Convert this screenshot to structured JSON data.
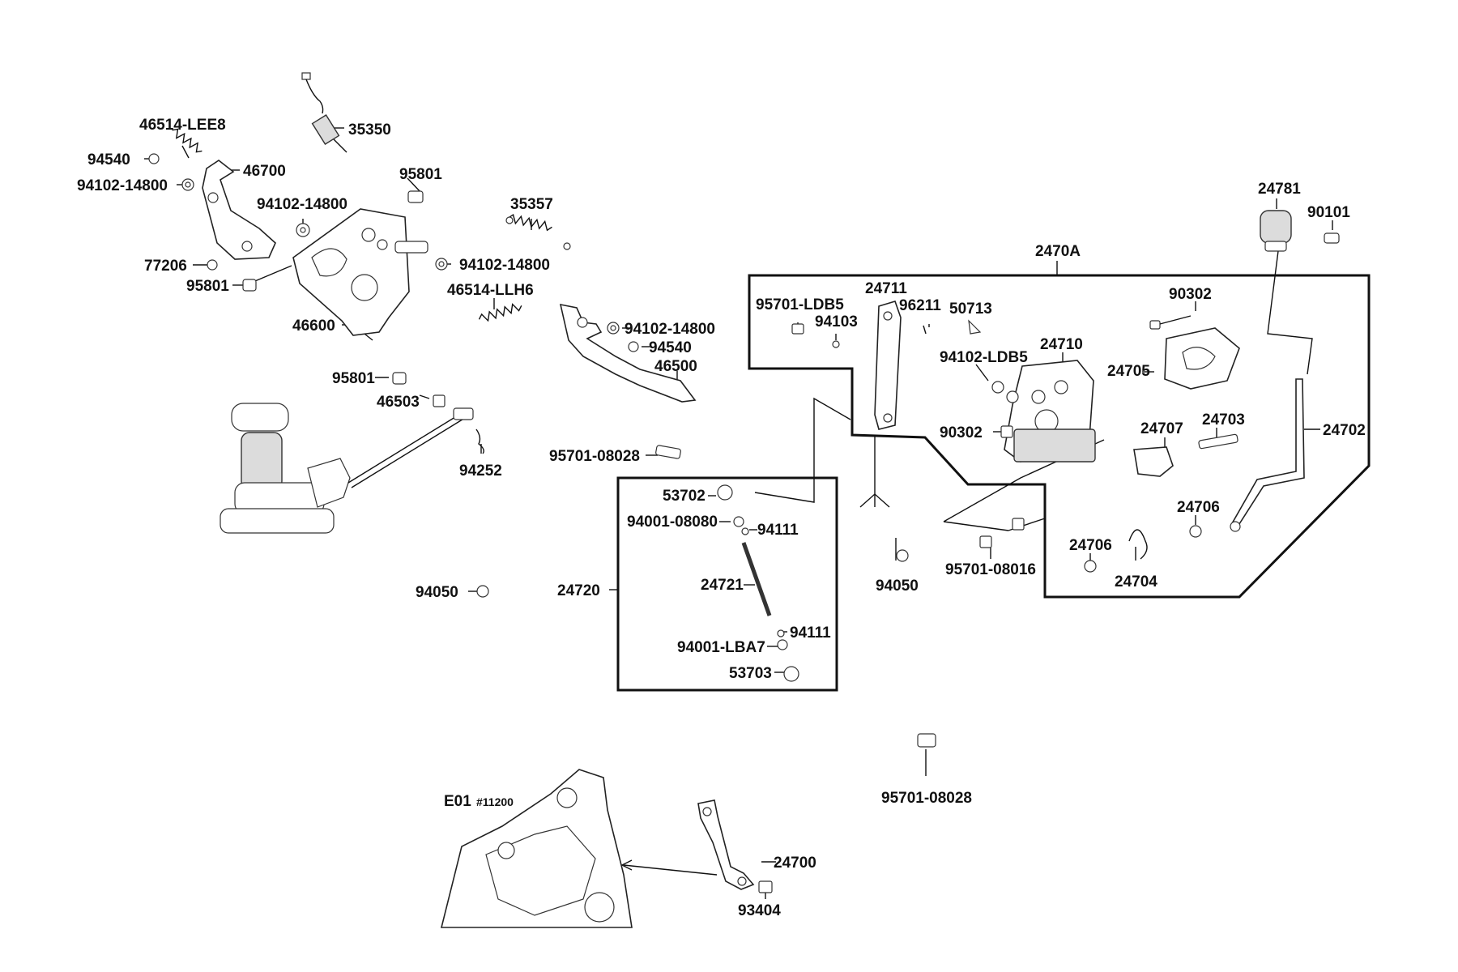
{
  "labels": {
    "l_46514_lee8": "46514-LEE8",
    "l_35350": "35350",
    "l_94540_a": "94540",
    "l_46700": "46700",
    "l_94102_14800_a": "94102-14800",
    "l_95801_a": "95801",
    "l_94102_14800_b": "94102-14800",
    "l_35357": "35357",
    "l_77206": "77206",
    "l_95801_b": "95801",
    "l_94102_14800_c": "94102-14800",
    "l_46514_llh6": "46514-LLH6",
    "l_46600": "46600",
    "l_94102_14800_d": "94102-14800",
    "l_94540_b": "94540",
    "l_46500": "46500",
    "l_95801_c": "95801",
    "l_46503": "46503",
    "l_94252": "94252",
    "l_95701_08028_a": "95701-08028",
    "l_53702": "53702",
    "l_94001_08080": "94001-08080",
    "l_94111_a": "94111",
    "l_24720": "24720",
    "l_24721": "24721",
    "l_94050_a": "94050",
    "l_94111_b": "94111",
    "l_94001_lba7": "94001-LBA7",
    "l_53703": "53703",
    "l_2470a": "2470A",
    "l_24781": "24781",
    "l_90101": "90101",
    "l_95701_ldb5": "95701-LDB5",
    "l_24711": "24711",
    "l_96211": "96211",
    "l_50713": "50713",
    "l_94103": "94103",
    "l_90302_a": "90302",
    "l_94102_ldb5": "94102-LDB5",
    "l_24710": "24710",
    "l_24705": "24705",
    "l_90302_b": "90302",
    "l_24707": "24707",
    "l_24703": "24703",
    "l_24702": "24702",
    "l_94050_b": "94050",
    "l_95701_08016": "95701-08016",
    "l_24706_a": "24706",
    "l_24706_b": "24706",
    "l_24704": "24704",
    "l_95701_08028_b": "95701-08028",
    "l_e01": "E01",
    "l_11200": "#11200",
    "l_24700": "24700",
    "l_93404": "93404"
  }
}
